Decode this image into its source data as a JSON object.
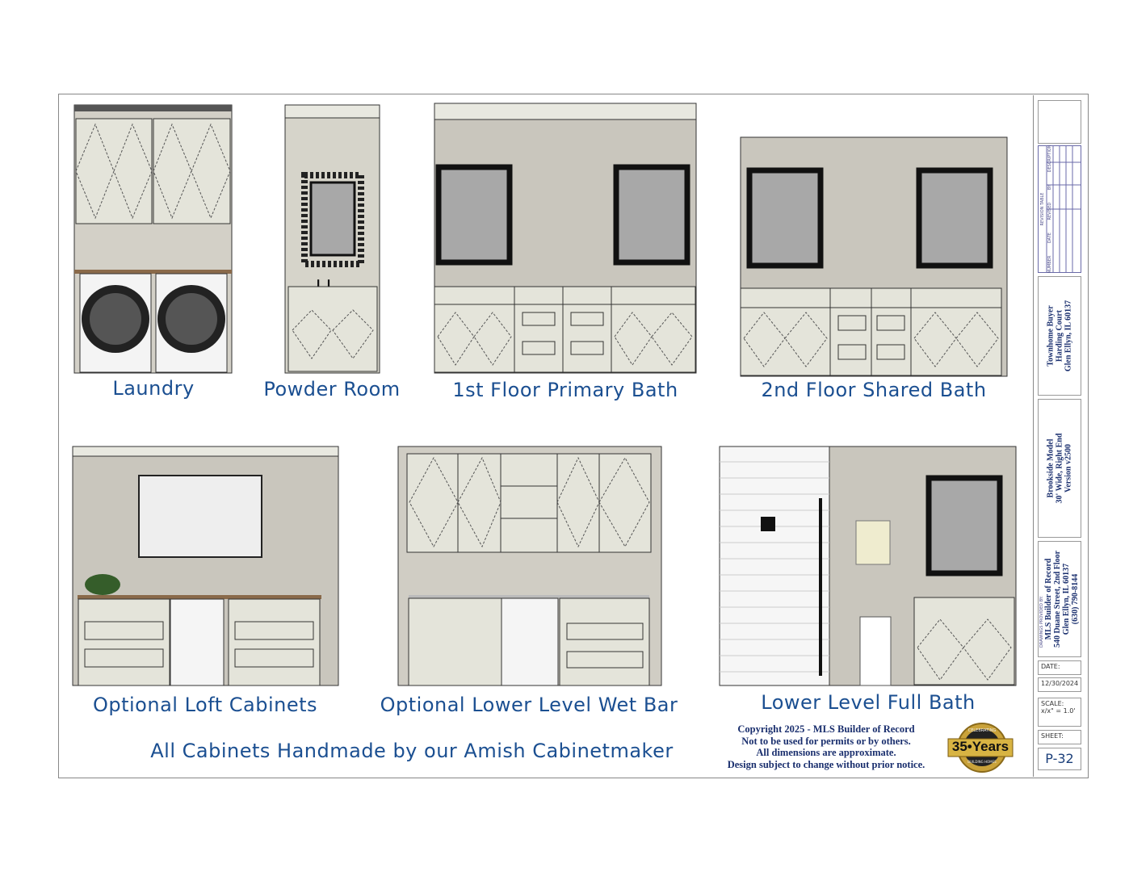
{
  "elevations": [
    {
      "label": "Laundry"
    },
    {
      "label": "Powder Room"
    },
    {
      "label": "1st Floor Primary Bath"
    },
    {
      "label": "2nd Floor Shared Bath"
    },
    {
      "label": "Optional Loft Cabinets"
    },
    {
      "label": "Optional Lower Level Wet Bar"
    },
    {
      "label": "Lower Level Full Bath"
    }
  ],
  "footer": {
    "tagline": "All Cabinets Handmade by our Amish Cabinetmaker",
    "copyright": [
      "Copyright 2025 - MLS Builder of Record",
      "Not to be used for permits or by others.",
      "All dimensions are approximate.",
      "Design subject to change without prior notice."
    ],
    "seal_text": "35•Years",
    "seal_top": "CELEBRATING",
    "seal_bottom": "BUILDING HOMES"
  },
  "title_block": {
    "revision_table": {
      "title": "REVISION TABLE",
      "columns": [
        "NUMBER",
        "DATE",
        "REVISED BY",
        "DESCRIPTION"
      ]
    },
    "client": [
      "Townhome Buyer",
      "Harding Court",
      "Glen Ellyn, IL  60137"
    ],
    "model": [
      "Brookside Model",
      "30' Wide, Right End",
      "Version v2500"
    ],
    "provider_caption": "DRAWINGS PROVIDED BY:",
    "provider": [
      "MLS Builder of Record",
      "540 Duane Street, 2nd Floor",
      "Glen Ellyn, IL  60137",
      "(630) 790-8144"
    ],
    "date_label": "DATE:",
    "date": "12/30/2024",
    "scale_label": "SCALE:",
    "scale": "x/x\" = 1.0'",
    "sheet_label": "SHEET:",
    "sheet": "P-32"
  },
  "colors": {
    "label": "#1b4f91",
    "wall": "#c9c6bd",
    "cabinet": "#e4e4da",
    "outline": "#2a2a2a"
  }
}
